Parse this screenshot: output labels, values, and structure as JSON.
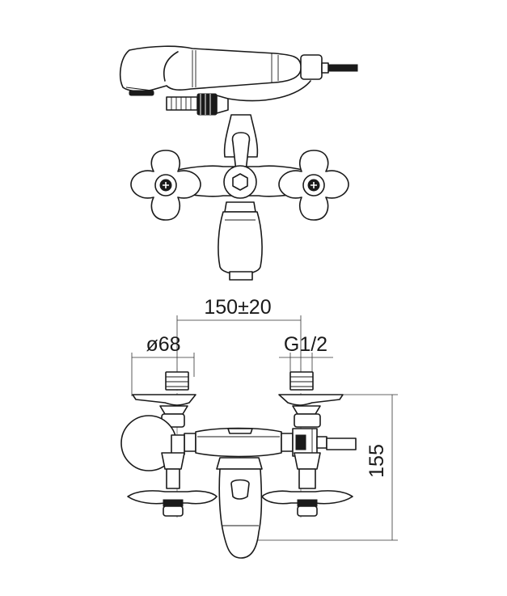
{
  "dimensions": {
    "center_distance": "150±20",
    "rosette_diameter": "ø68",
    "thread": "G1/2",
    "height": "155"
  }
}
